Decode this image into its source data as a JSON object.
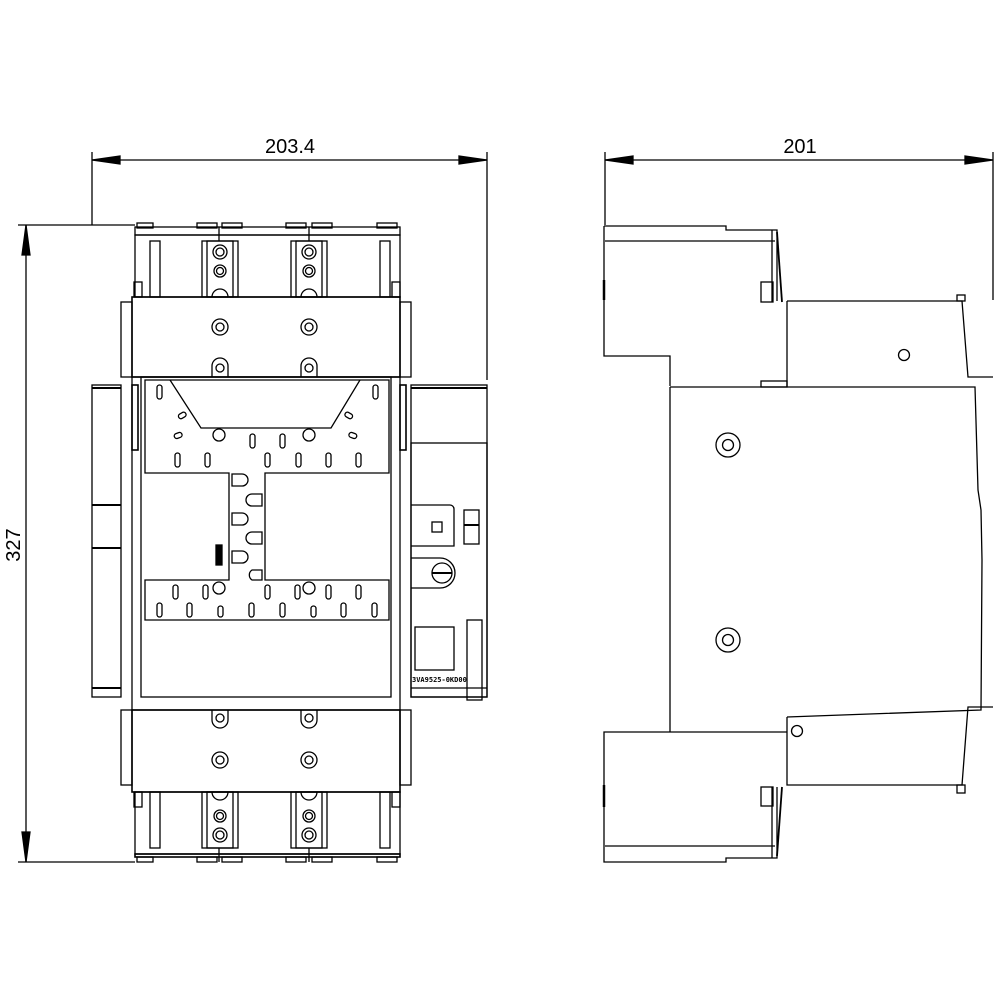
{
  "drawing": {
    "title": "Circuit breaker dimension drawing",
    "views": [
      "front-view",
      "side-view"
    ]
  },
  "dimensions": {
    "front_width": "203.4",
    "front_height": "327",
    "side_depth": "201"
  },
  "labels": {
    "side_module_label": "3VA9525-0KD00"
  },
  "colors": {
    "line": "#000000",
    "background": "#ffffff"
  }
}
